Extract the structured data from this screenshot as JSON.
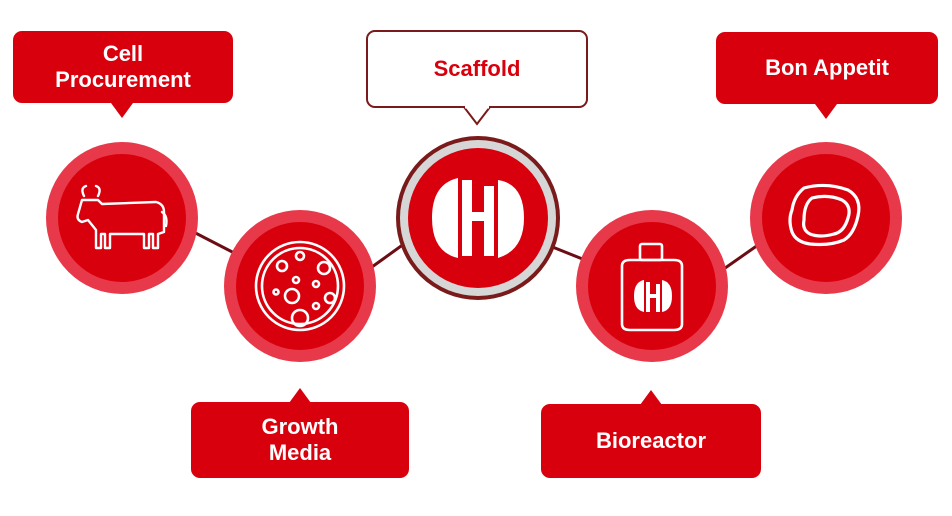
{
  "steps": [
    {
      "label": "Cell\nProcurement",
      "icon": "cow-icon"
    },
    {
      "label": "Growth\nMedia",
      "icon": "petri-dish-icon"
    },
    {
      "label": "Scaffold",
      "icon": "scaffold-logo-icon"
    },
    {
      "label": "Bioreactor",
      "icon": "bioreactor-icon"
    },
    {
      "label": "Bon Appetit",
      "icon": "steak-icon"
    }
  ],
  "colors": {
    "red": "#d9000d",
    "ring": "#e8394a",
    "dark_outline": "#7a1a1a",
    "connector": "#6b0d14"
  }
}
